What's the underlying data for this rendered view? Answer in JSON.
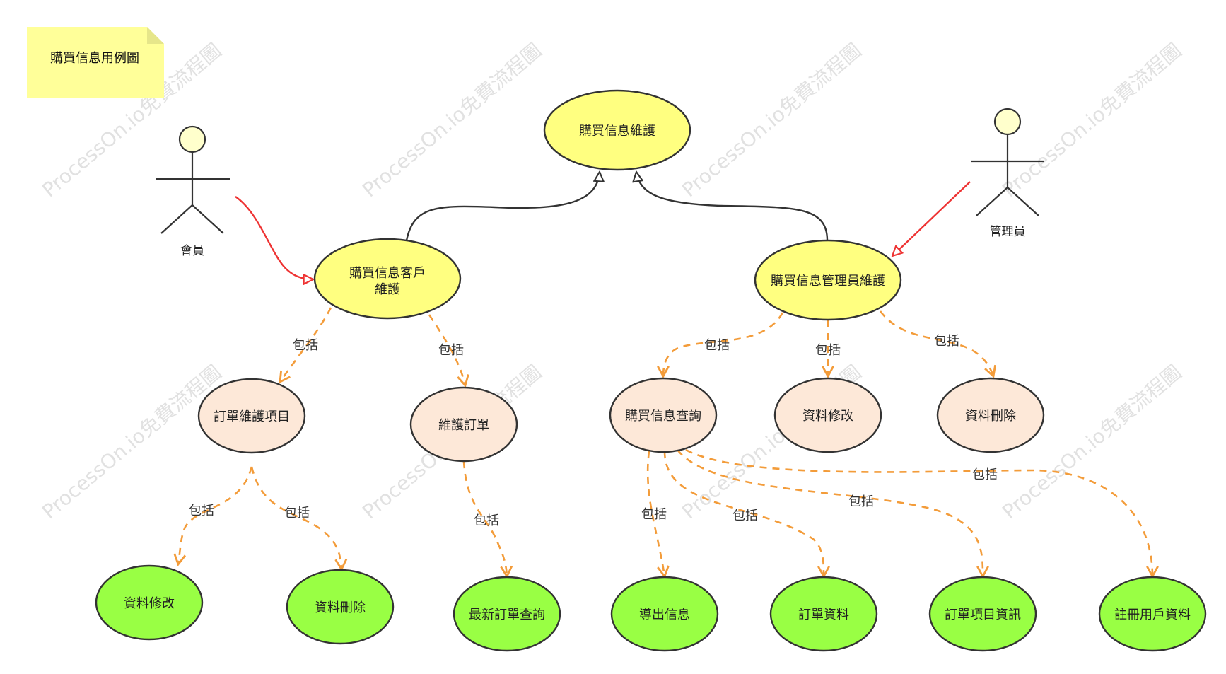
{
  "title": "購買信息用例圖",
  "watermark": "ProcessOn.io免費流程圖",
  "colors": {
    "yellow": "#ffff80",
    "peach": "#fde8d8",
    "green": "#99ff44",
    "note": "#ffff99",
    "note_fold": "#e6e68a",
    "orange": "#f39c3a",
    "red": "#ee3333",
    "stroke": "#333333"
  },
  "actors": {
    "member": "會員",
    "admin": "管理員"
  },
  "usecases": {
    "root": "購買信息維護",
    "customer": [
      "購買信息客戶",
      "維護"
    ],
    "admin": "購買信息管理員維護",
    "order_item_maint": "訂單維護項目",
    "order_maint": "維護訂單",
    "info_query": "購買信息查詢",
    "edit_admin": "資料修改",
    "delete_admin": "資料刪除",
    "edit_cust": "資料修改",
    "delete_cust": "資料刪除",
    "latest_order_query": "最新訂單查詢",
    "export_info": "導出信息",
    "order_data": "訂單資料",
    "order_item_info": "訂單項目資訊",
    "register_user": "註冊用戶資料"
  },
  "include_label": "包括"
}
